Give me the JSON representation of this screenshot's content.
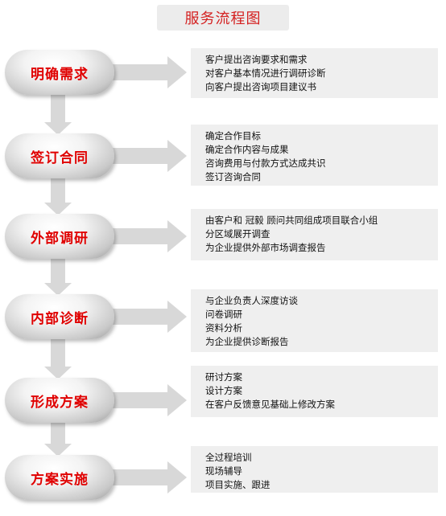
{
  "title": "服务流程图",
  "colors": {
    "accent": "#e00000",
    "title": "#d42020",
    "panel": "#efefef",
    "arrow": "#d8d8d8"
  },
  "steps": [
    {
      "label": "明确需求",
      "details": [
        "客户提出咨询要求和需求",
        "对客户基本情况进行调研诊断",
        "向客户提出咨询项目建议书"
      ]
    },
    {
      "label": "签订合同",
      "details": [
        "确定合作目标",
        "确定合作内容与成果",
        "咨询费用与付款方式达成共识",
        "签订咨询合同"
      ]
    },
    {
      "label": "外部调研",
      "details": [
        "由客户和  冠毅  顾问共同组成项目联合小组",
        "分区域展开调查",
        "为企业提供外部市场调查报告"
      ]
    },
    {
      "label": "内部诊断",
      "details": [
        "与企业负责人深度访谈",
        "问卷调研",
        "资料分析",
        "为企业提供诊断报告"
      ]
    },
    {
      "label": "形成方案",
      "details": [
        "研讨方案",
        "设计方案",
        "在客户反馈意见基础上修改方案"
      ]
    },
    {
      "label": "方案实施",
      "details": [
        "全过程培训",
        "现场辅导",
        "项目实施、跟进"
      ]
    }
  ]
}
